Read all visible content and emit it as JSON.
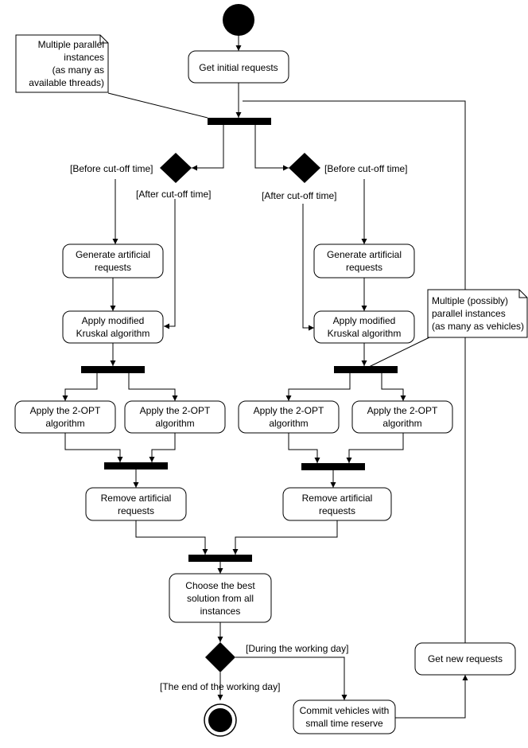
{
  "activities": {
    "get_initial_requests": "Get initial requests",
    "generate_left": [
      "Generate artificial",
      "requests"
    ],
    "generate_right": [
      "Generate artificial",
      "requests"
    ],
    "kruskal_left": [
      "Apply modified",
      "Kruskal algorithm"
    ],
    "kruskal_right": [
      "Apply modified",
      "Kruskal algorithm"
    ],
    "twoopt_ll": [
      "Apply the 2-OPT",
      "algorithm"
    ],
    "twoopt_lr": [
      "Apply the 2-OPT",
      "algorithm"
    ],
    "twoopt_rl": [
      "Apply the 2-OPT",
      "algorithm"
    ],
    "twoopt_rr": [
      "Apply the 2-OPT",
      "algorithm"
    ],
    "remove_left": [
      "Remove artificial",
      "requests"
    ],
    "remove_right": [
      "Remove artificial",
      "requests"
    ],
    "choose_best": [
      "Choose the best",
      "solution from all",
      "instances"
    ],
    "commit_vehicles": [
      "Commit vehicles with",
      "small time reserve"
    ],
    "get_new_requests": "Get new requests"
  },
  "guards": {
    "before_left": "[Before cut-off time]",
    "after_left": "[After cut-off time]",
    "before_right": "[Before cut-off time]",
    "after_right": "[After cut-off time]",
    "during_day": "[During the working day]",
    "end_day": "[The end of the working day]"
  },
  "notes": {
    "threads": [
      "Multiple parallel",
      "instances",
      "(as many as",
      "available threads)"
    ],
    "vehicles": [
      "Multiple (possibly)",
      "parallel instances",
      "(as many as vehicles)"
    ]
  }
}
